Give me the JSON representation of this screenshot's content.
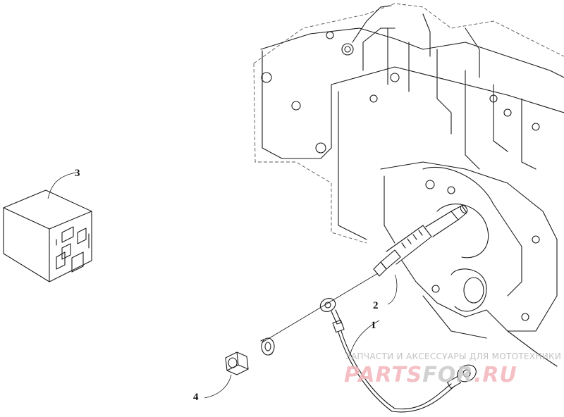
{
  "callouts": [
    {
      "id": "1",
      "label": "1"
    },
    {
      "id": "2",
      "label": "2"
    },
    {
      "id": "3",
      "label": "3"
    },
    {
      "id": "4",
      "label": "4"
    }
  ],
  "watermark": {
    "caption": "ЗАПЧАСТИ И АКСЕССУАРЫ ДЛЯ МОТОТЕХНИКИ",
    "logo_left": "PARTS",
    "logo_mid": "FOR",
    "logo_right": ".RU",
    "color_accent": "#f3b6bb",
    "color_dark": "#c9c9c9"
  }
}
